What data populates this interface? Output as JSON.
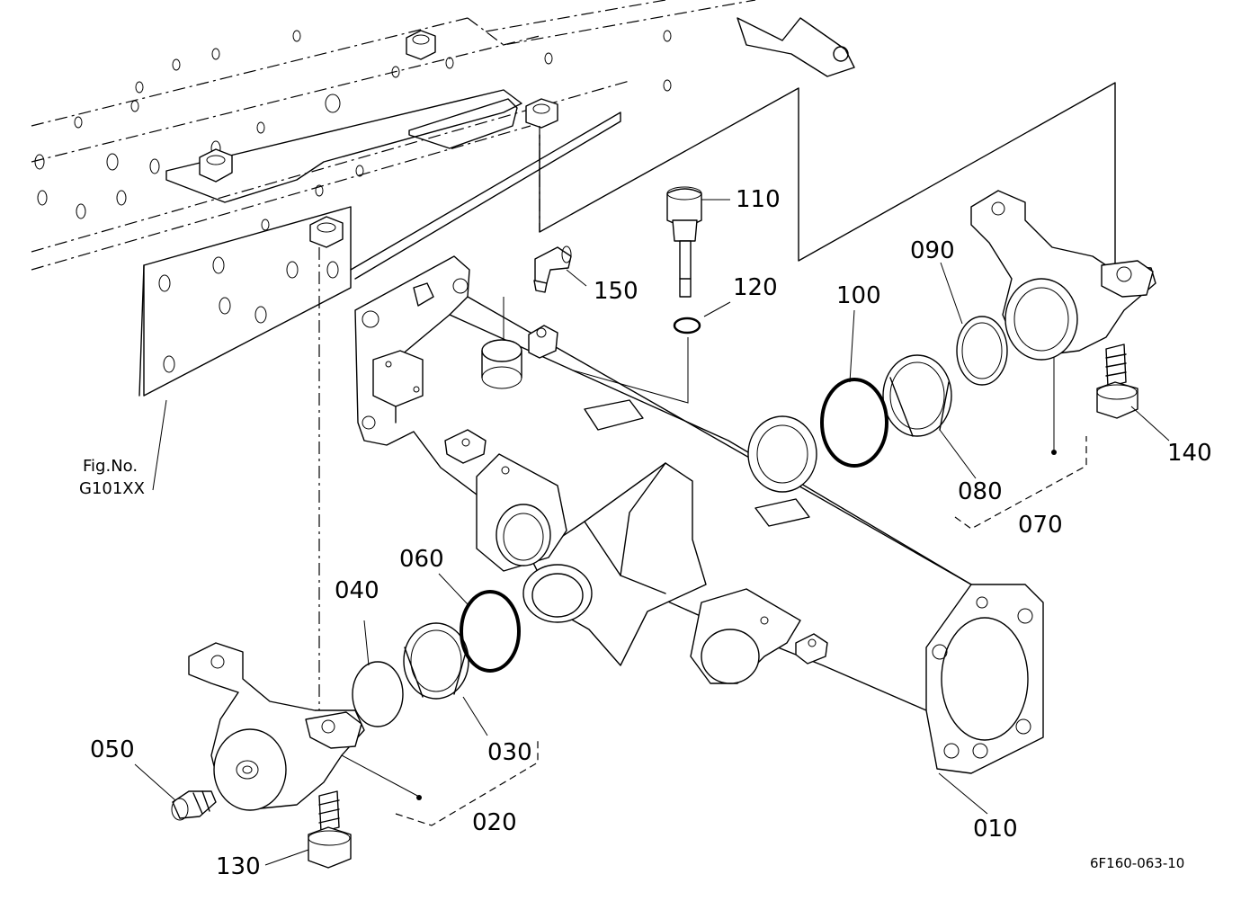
{
  "part_labels": {
    "p010": "010",
    "p020": "020",
    "p030": "030",
    "p040": "040",
    "p050": "050",
    "p060": "060",
    "p070": "070",
    "p080": "080",
    "p090": "090",
    "p100": "100",
    "p110": "110",
    "p120": "120",
    "p130": "130",
    "p140": "140",
    "p150": "150"
  },
  "fig_ref": {
    "line1": "Fig.No.",
    "line2": "G101XX"
  },
  "drawing_code": "6F160-063-10"
}
